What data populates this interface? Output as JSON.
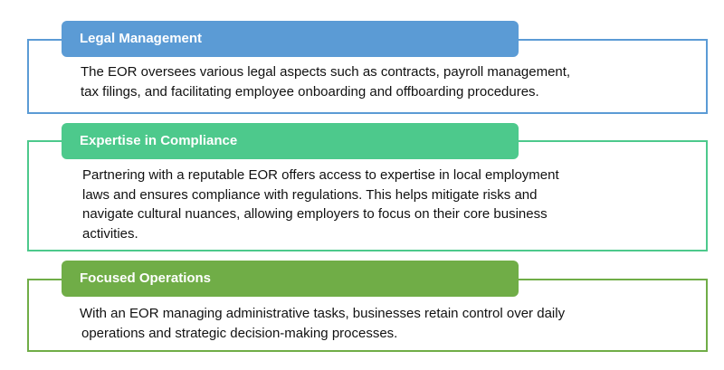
{
  "colors": {
    "blue": "#5b9bd5",
    "teal": "#4dc98c",
    "green": "#70ad47"
  },
  "sections": [
    {
      "title": "Legal Management",
      "lines": [
        "The EOR oversees various legal aspects such as contracts, payroll management,",
        "tax filings, and facilitating employee onboarding and offboarding procedures."
      ]
    },
    {
      "title": "Expertise in Compliance",
      "lines": [
        "Partnering with a reputable EOR offers access to expertise in local employment",
        "laws and ensures compliance with regulations. This helps mitigate risks and",
        "navigate cultural nuances, allowing employers to focus on their core business",
        "activities."
      ]
    },
    {
      "title": "Focused Operations",
      "lines": [
        "With an EOR managing administrative tasks, businesses retain control over daily",
        "operations and strategic decision-making processes."
      ]
    }
  ]
}
